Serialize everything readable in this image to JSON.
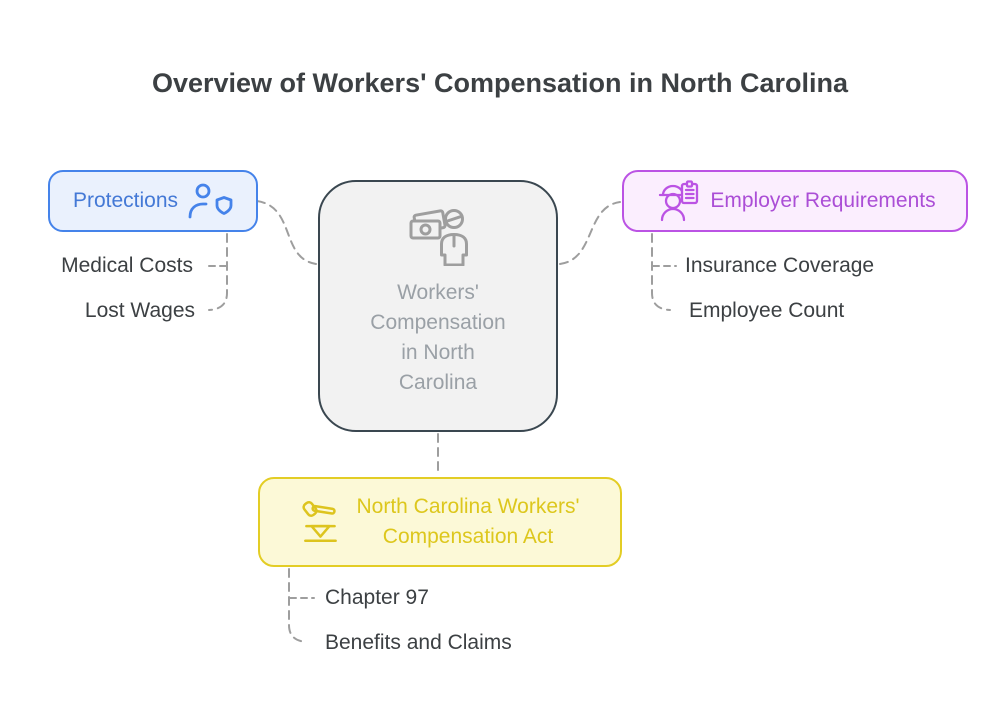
{
  "title": "Overview of Workers' Compensation in North Carolina",
  "center": {
    "label": "Workers' Compensation in North Carolina",
    "lines": [
      "Workers'",
      "Compensation",
      "in North",
      "Carolina"
    ],
    "icon": "cash-worker-icon",
    "fill": "#f2f2f2",
    "border": "#3a4750",
    "text_color": "#9aa0a6"
  },
  "branches": {
    "protections": {
      "label": "Protections",
      "icon": "user-shield-icon",
      "accent": "#4583ea",
      "fill": "#eaf1fd",
      "children": [
        "Medical Costs",
        "Lost Wages"
      ]
    },
    "employer_requirements": {
      "label": "Employer Requirements",
      "icon": "worker-clipboard-icon",
      "accent": "#bb53e4",
      "fill": "#fbeefe",
      "children": [
        "Insurance Coverage",
        "Employee Count"
      ]
    },
    "nc_act": {
      "label": "North Carolina Workers' Compensation Act",
      "lines": [
        "North Carolina Workers'",
        "Compensation Act"
      ],
      "icon": "gavel-icon",
      "accent": "#e3cd25",
      "fill": "#fcf9d7",
      "children": [
        "Chapter 97",
        "Benefits and Claims"
      ]
    }
  },
  "connector_color": "#9e9e9e",
  "title_color": "#3c4043",
  "child_text_color": "#3c4043"
}
